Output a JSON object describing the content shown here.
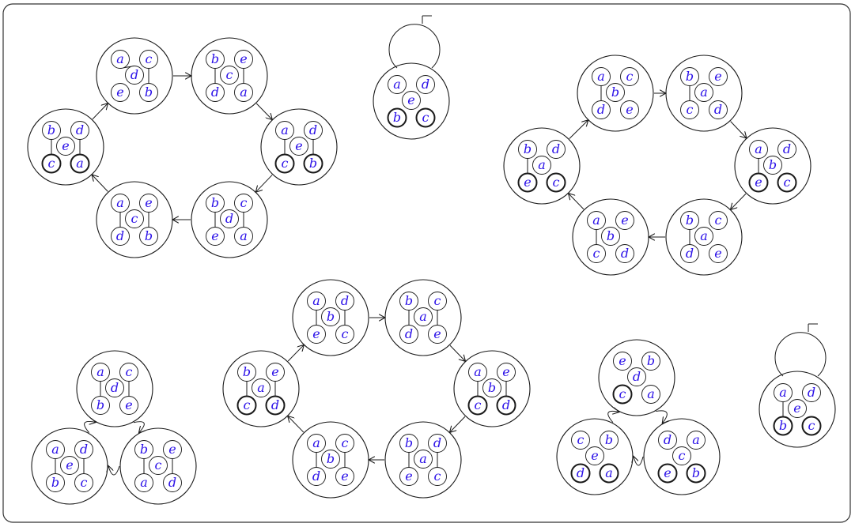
{
  "colors": {
    "label": "#2a10e8",
    "stroke": "#1a1a1a",
    "frame": "#333333",
    "background": "#ffffff"
  },
  "diagram": {
    "cycles": [
      {
        "id": "cycle-1",
        "states": [
          {
            "labels": [
              "a",
              "c",
              "d",
              "e",
              "b"
            ],
            "links": [
              [
                0,
                2
              ],
              [
                1,
                4
              ]
            ]
          },
          {
            "labels": [
              "b",
              "e",
              "c",
              "d",
              "a"
            ],
            "links": [
              [
                0,
                3
              ],
              [
                1,
                4
              ]
            ]
          },
          {
            "labels": [
              "a",
              "d",
              "e",
              "c",
              "b"
            ],
            "links": [
              [
                0,
                3
              ],
              [
                1,
                4
              ]
            ],
            "bold": [
              3,
              4
            ]
          },
          {
            "labels": [
              "b",
              "c",
              "d",
              "e",
              "a"
            ],
            "links": [
              [
                0,
                3
              ],
              [
                1,
                4
              ]
            ]
          },
          {
            "labels": [
              "a",
              "e",
              "c",
              "d",
              "b"
            ],
            "links": [
              [
                0,
                3
              ],
              [
                1,
                4
              ]
            ]
          },
          {
            "labels": [
              "b",
              "d",
              "e",
              "c",
              "a"
            ],
            "links": [
              [
                0,
                3
              ],
              [
                1,
                4
              ]
            ],
            "bold": [
              3,
              4
            ]
          }
        ]
      },
      {
        "id": "cycle-2",
        "states": [
          {
            "labels": [
              "a",
              "d",
              "e",
              "b",
              "c"
            ],
            "links": [],
            "bold": [
              3,
              4
            ]
          }
        ]
      },
      {
        "id": "cycle-3",
        "states": [
          {
            "labels": [
              "a",
              "c",
              "b",
              "d",
              "e"
            ],
            "links": [
              [
                0,
                3
              ]
            ]
          },
          {
            "labels": [
              "b",
              "e",
              "a",
              "c",
              "d"
            ],
            "links": [
              [
                0,
                3
              ]
            ]
          },
          {
            "labels": [
              "a",
              "d",
              "b",
              "e",
              "c"
            ],
            "links": [
              [
                0,
                3
              ]
            ],
            "bold": [
              3,
              4
            ]
          },
          {
            "labels": [
              "b",
              "c",
              "a",
              "d",
              "e"
            ],
            "links": [
              [
                0,
                3
              ]
            ]
          },
          {
            "labels": [
              "a",
              "e",
              "b",
              "c",
              "d"
            ],
            "links": [
              [
                0,
                3
              ]
            ]
          },
          {
            "labels": [
              "b",
              "d",
              "a",
              "e",
              "c"
            ],
            "links": [
              [
                0,
                3
              ]
            ],
            "bold": [
              3,
              4
            ]
          }
        ]
      },
      {
        "id": "cycle-4",
        "states": [
          {
            "labels": [
              "a",
              "c",
              "d",
              "b",
              "e"
            ],
            "links": [
              [
                0,
                3
              ],
              [
                1,
                4
              ]
            ]
          },
          {
            "labels": [
              "b",
              "e",
              "c",
              "a",
              "d"
            ],
            "links": [
              [
                0,
                3
              ],
              [
                1,
                4
              ]
            ]
          },
          {
            "labels": [
              "a",
              "d",
              "e",
              "b",
              "c"
            ],
            "links": [
              [
                0,
                3
              ],
              [
                1,
                4
              ]
            ]
          }
        ]
      },
      {
        "id": "cycle-5",
        "states": [
          {
            "labels": [
              "a",
              "d",
              "b",
              "e",
              "c"
            ],
            "links": [
              [
                0,
                3
              ],
              [
                1,
                4
              ]
            ]
          },
          {
            "labels": [
              "b",
              "c",
              "a",
              "d",
              "e"
            ],
            "links": [
              [
                0,
                3
              ],
              [
                1,
                4
              ]
            ]
          },
          {
            "labels": [
              "a",
              "e",
              "b",
              "c",
              "d"
            ],
            "links": [
              [
                0,
                3
              ],
              [
                1,
                4
              ]
            ],
            "bold": [
              3,
              4
            ]
          },
          {
            "labels": [
              "b",
              "d",
              "a",
              "e",
              "c"
            ],
            "links": [
              [
                0,
                3
              ],
              [
                1,
                4
              ]
            ]
          },
          {
            "labels": [
              "a",
              "c",
              "b",
              "d",
              "e"
            ],
            "links": [
              [
                0,
                3
              ],
              [
                1,
                4
              ]
            ]
          },
          {
            "labels": [
              "b",
              "e",
              "a",
              "c",
              "d"
            ],
            "links": [
              [
                0,
                3
              ],
              [
                1,
                4
              ]
            ],
            "bold": [
              3,
              4
            ]
          }
        ]
      },
      {
        "id": "cycle-6",
        "states": [
          {
            "labels": [
              "e",
              "b",
              "d",
              "c",
              "a"
            ],
            "links": [],
            "bold": [
              3
            ]
          },
          {
            "labels": [
              "d",
              "a",
              "c",
              "e",
              "b"
            ],
            "links": [],
            "bold": [
              3,
              4
            ]
          },
          {
            "labels": [
              "c",
              "b",
              "e",
              "d",
              "a"
            ],
            "links": [],
            "bold": [
              3,
              4
            ]
          }
        ]
      },
      {
        "id": "cycle-7",
        "states": [
          {
            "labels": [
              "a",
              "d",
              "e",
              "b",
              "c"
            ],
            "links": [
              [
                0,
                3
              ]
            ],
            "bold": [
              3,
              4
            ]
          }
        ]
      }
    ]
  }
}
